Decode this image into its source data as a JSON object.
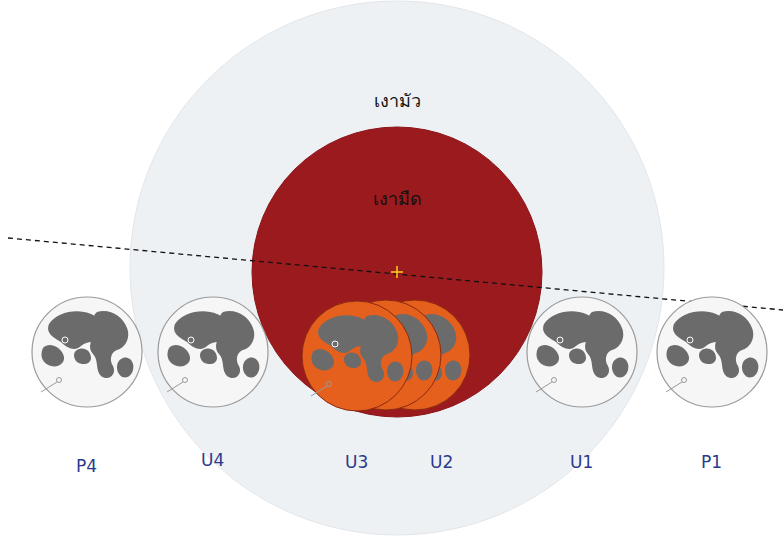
{
  "diagram": {
    "nodes": [
      {
        "text": [
          "เงามัว"
        ]
      },
      {
        "text": [
          "เงามืด"
        ],
        "in": 0
      }
    ],
    "labels": [
      "P4",
      "U4",
      "U3",
      "U2",
      "U1",
      "P1"
    ]
  }
}
